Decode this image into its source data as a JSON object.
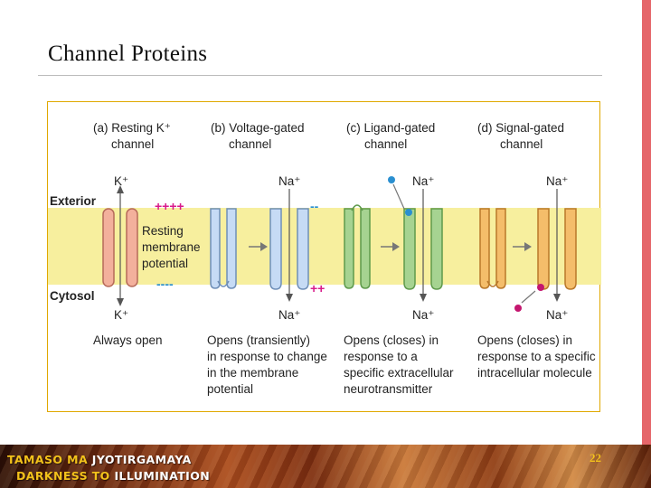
{
  "title": "Channel Proteins",
  "page_number": "22",
  "footer": {
    "line1_highlight": "TAMASO MA",
    "line1_rest": " JYOTIRGAMAYA",
    "line2_highlight": "DARKNESS TO",
    "line2_rest": " ILLUMINATION"
  },
  "colors": {
    "membrane": "#f7ef9e",
    "k_channel": "#f3b09c",
    "voltage_channel": "#c6dbf5",
    "ligand_channel": "#a6d391",
    "signal_channel": "#f4bd6a",
    "plus_signs": "#d81b8b",
    "minus_signs": "#2a8fd0",
    "accent_bar": "#e5666a"
  },
  "diagram": {
    "side_labels": {
      "exterior": "Exterior",
      "cytosol": "Cytosol"
    },
    "panels": [
      {
        "heading": [
          "(a) Resting K⁺",
          "channel"
        ],
        "ion_top": "K⁺",
        "ion_bottom": "K⁺",
        "caption": [
          "Always open"
        ]
      },
      {
        "heading": [
          "(b) Voltage-gated",
          "channel"
        ],
        "ion_top": "Na⁺",
        "ion_bottom": "Na⁺",
        "caption": [
          "Opens (transiently)",
          "in response to change",
          "in the membrane",
          "potential"
        ]
      },
      {
        "heading": [
          "(c) Ligand-gated",
          "channel"
        ],
        "ion_top": "Na⁺",
        "ion_bottom": "Na⁺",
        "caption": [
          "Opens (closes) in",
          "response to a",
          "specific extracellular",
          "neurotransmitter"
        ]
      },
      {
        "heading": [
          "(d) Signal-gated",
          "channel"
        ],
        "ion_top": "Na⁺",
        "ion_bottom": "Na⁺",
        "caption": [
          "Opens (closes) in",
          "response to a specific",
          "intracellular molecule"
        ]
      }
    ],
    "resting_label": [
      "Resting",
      "membrane",
      "potential"
    ],
    "signs": {
      "plus_top": "++++",
      "minus_bottom": "----",
      "minus_top": "--",
      "plus_bottom": "++"
    }
  }
}
